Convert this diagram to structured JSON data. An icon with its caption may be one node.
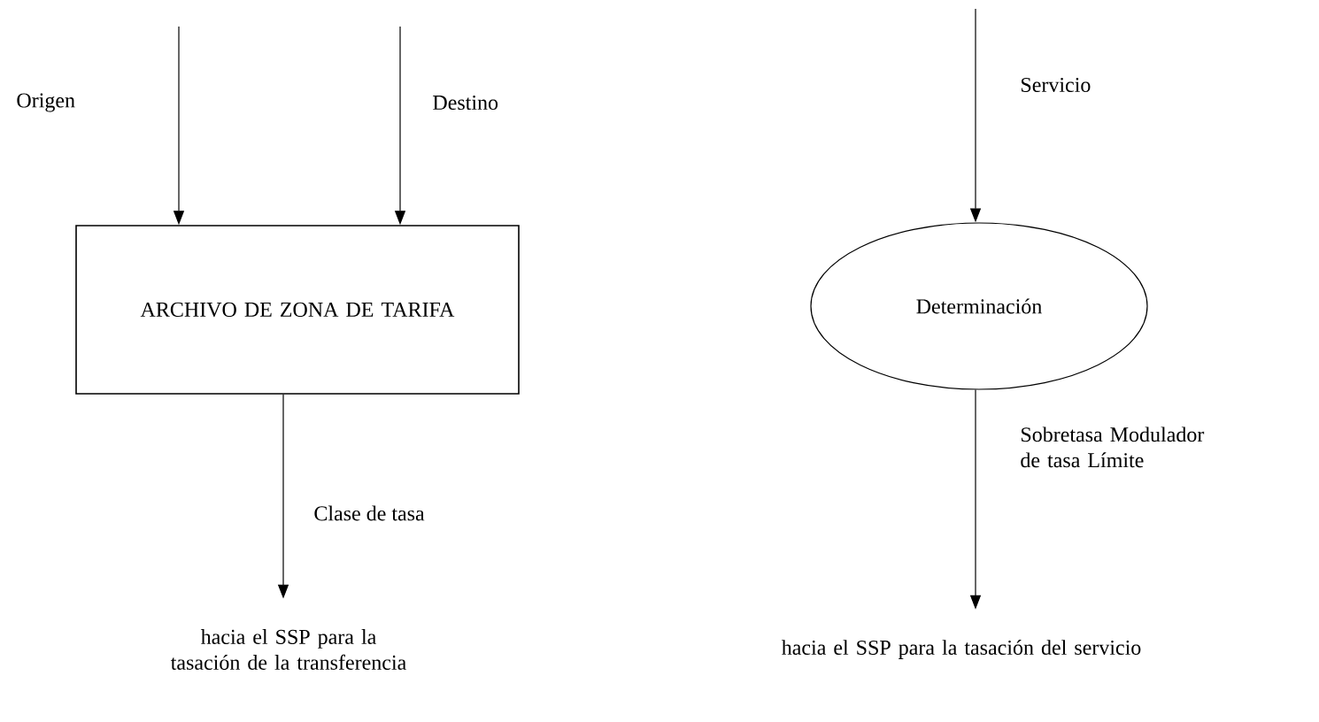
{
  "diagram": {
    "nodes": [
      {
        "text": [
          "ARCHIVO DE ZONA DE TARIFA"
        ]
      },
      {
        "text": [
          "Determinación"
        ]
      },
      {
        "text": [
          "hacia el SSP para la tasación de la transferencia"
        ]
      },
      {
        "text": [
          "hacia el SSP para la tasación del servicio"
        ]
      }
    ],
    "edges": [
      {
        "from": null,
        "to": 0,
        "arrow": "to",
        "label": "Origen"
      },
      {
        "from": null,
        "to": 0,
        "arrow": "to",
        "label": "Destino"
      },
      {
        "from": 0,
        "to": 2,
        "arrow": "to",
        "label": "Clase de tasa"
      },
      {
        "from": null,
        "to": 1,
        "arrow": "to",
        "label": "Servicio"
      },
      {
        "from": 1,
        "to": 3,
        "arrow": "to",
        "label": "Sobretasa Modulador de tasa Límite"
      }
    ]
  }
}
